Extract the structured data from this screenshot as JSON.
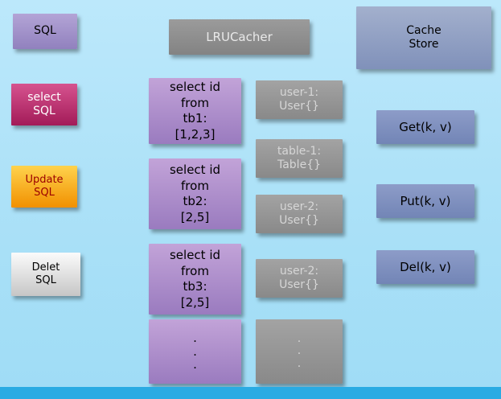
{
  "colors": {
    "background": "#a9e0f7",
    "bottom_band": "#2aabe3",
    "purple_box": "#9a7bbf",
    "gray_box": "#909090",
    "slate_box": "#7d8ebc",
    "magenta_box": "#a31b58",
    "orange_box": "#f19000",
    "lavender_box": "#9181be",
    "white_box": "#e0e0e0"
  },
  "left_column": {
    "sql": {
      "line1": "SQL"
    },
    "select_sql": {
      "line1": "select",
      "line2": "SQL"
    },
    "update_sql": {
      "line1": "Update",
      "line2": "SQL"
    },
    "delete_sql": {
      "line1": "Delet",
      "line2": "SQL"
    }
  },
  "header": {
    "lru_cacher": "LRUCacher"
  },
  "cache_store": {
    "line1": "Cache",
    "line2": "Store"
  },
  "query_boxes": [
    {
      "lines": [
        "select id",
        "from",
        "tb1:",
        "[1,2,3]"
      ]
    },
    {
      "lines": [
        "select id",
        "from",
        "tb2:",
        "[2,5]"
      ]
    },
    {
      "lines": [
        "select id",
        "from",
        "tb3:",
        "[2,5]"
      ]
    },
    {
      "lines": [
        ".",
        ".",
        "."
      ]
    }
  ],
  "cache_boxes": [
    {
      "lines": [
        "user-1:",
        "User{}"
      ]
    },
    {
      "lines": [
        "table-1:",
        "Table{}"
      ]
    },
    {
      "lines": [
        "user-2:",
        "User{}"
      ]
    },
    {
      "lines": [
        "user-2:",
        "User{}"
      ]
    },
    {
      "lines": [
        ".",
        ".",
        "."
      ]
    }
  ],
  "ops": [
    {
      "label": "Get(k, v)"
    },
    {
      "label": "Put(k, v)"
    },
    {
      "label": "Del(k, v)"
    }
  ]
}
